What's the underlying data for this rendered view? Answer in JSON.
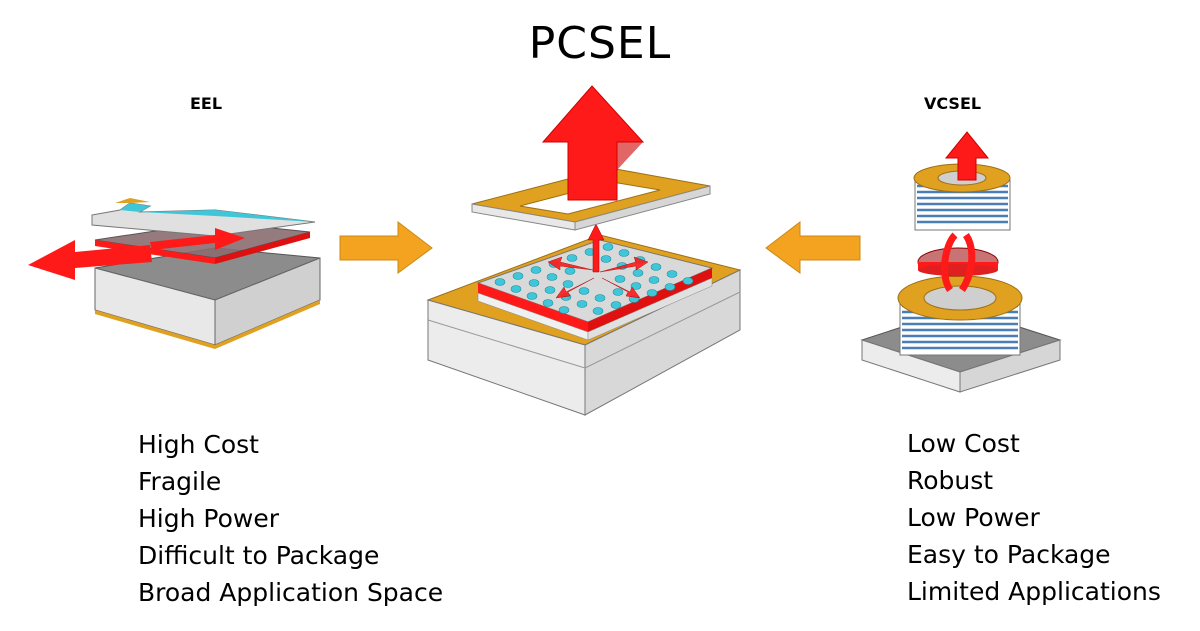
{
  "title": "PCSEL",
  "left": {
    "label": "EEL",
    "properties": [
      "High Cost",
      "Fragile",
      "High Power",
      "Difficult to Package",
      "Broad Application Space"
    ]
  },
  "right": {
    "label": "VCSEL",
    "properties": [
      "Low Cost",
      "Robust",
      "Low Power",
      "Easy to Package",
      "Limited Applications"
    ]
  },
  "colors": {
    "gold": "#E0A020",
    "red": "#FF1A1A",
    "arrow_orange": "#F4A320",
    "cyan": "#3FC7D9",
    "gray": "#8A8A8A",
    "light_gray": "#E6E6E6"
  }
}
